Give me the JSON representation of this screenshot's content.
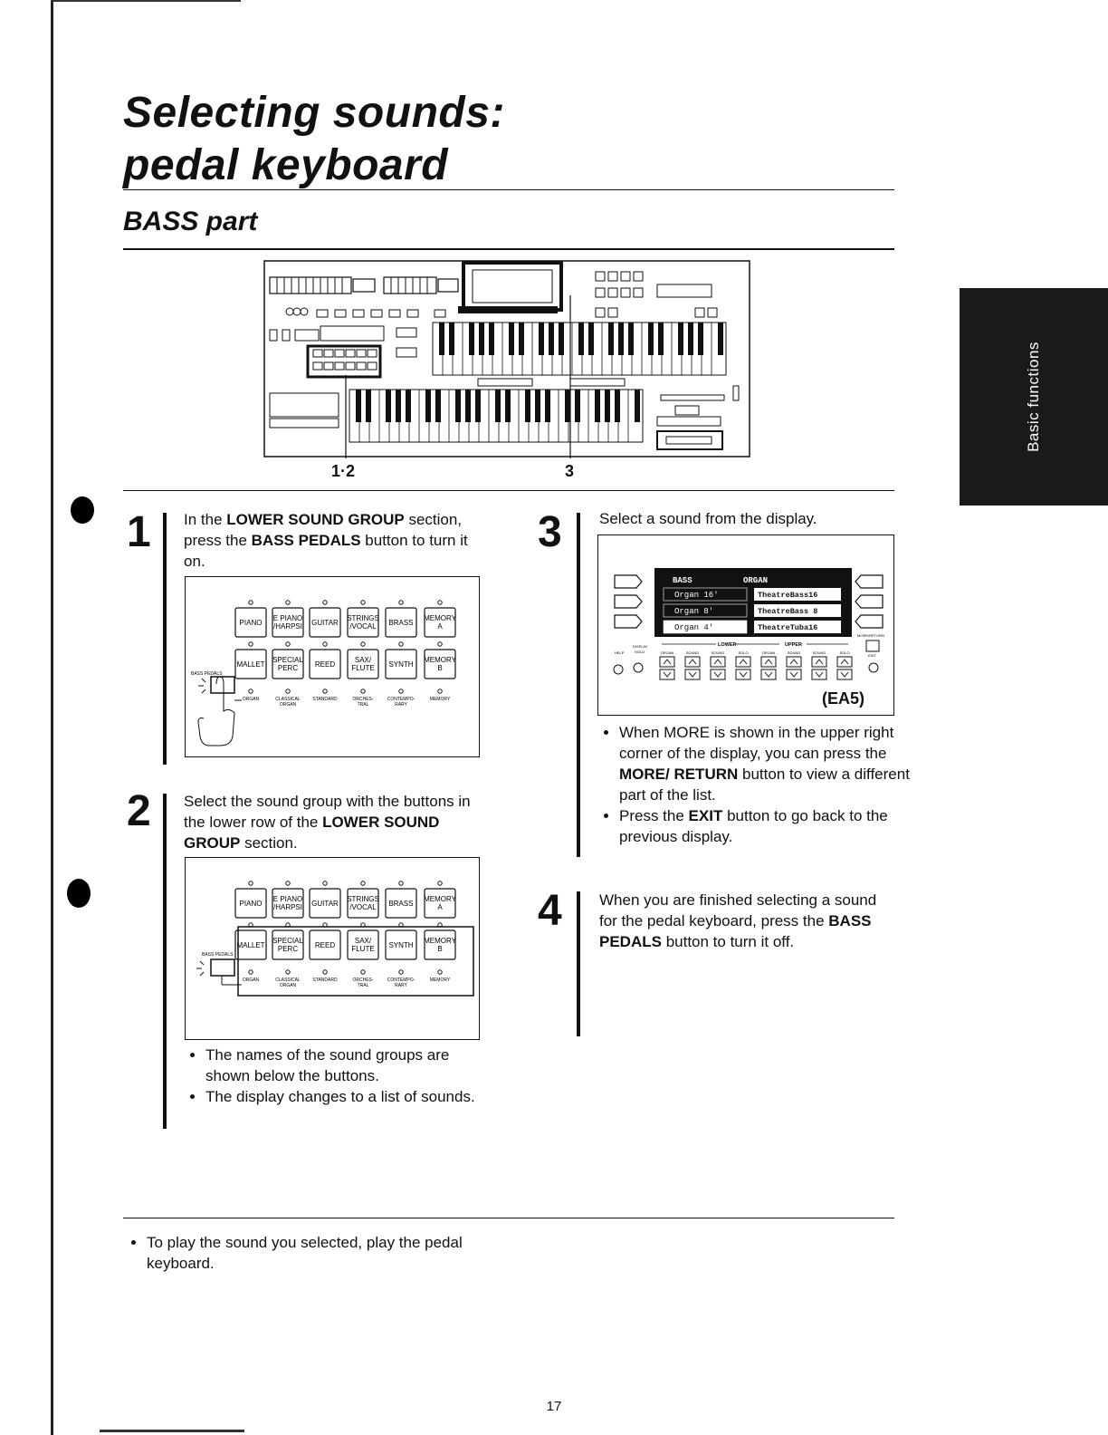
{
  "page": {
    "title_line1": "Selecting sounds:",
    "title_line2": "pedal keyboard",
    "subtitle": "BASS part",
    "side_tab": "Basic functions",
    "page_number": "17"
  },
  "diagram": {
    "callout_left": "1·2",
    "callout_right": "3"
  },
  "sound_group": {
    "upper_row": [
      {
        "l1": "PIANO",
        "l2": ""
      },
      {
        "l1": "E PIANO",
        "l2": "/HARPSI"
      },
      {
        "l1": "GUITAR",
        "l2": ""
      },
      {
        "l1": "STRINGS",
        "l2": "/VOCAL"
      },
      {
        "l1": "BRASS",
        "l2": ""
      },
      {
        "l1": "MEMORY",
        "l2": "A"
      }
    ],
    "lower_row": [
      {
        "l1": "MALLET",
        "l2": ""
      },
      {
        "l1": "SPECIAL",
        "l2": "PERC"
      },
      {
        "l1": "REED",
        "l2": ""
      },
      {
        "l1": "SAX/",
        "l2": "FLUTE"
      },
      {
        "l1": "SYNTH",
        "l2": ""
      },
      {
        "l1": "MEMORY",
        "l2": "B"
      }
    ],
    "group_names": [
      {
        "l1": "ORGAN",
        "l2": ""
      },
      {
        "l1": "CLASSICAL",
        "l2": "ORGAN"
      },
      {
        "l1": "STANDARD",
        "l2": ""
      },
      {
        "l1": "ORCHES-",
        "l2": "TRAL"
      },
      {
        "l1": "CONTEMPO-",
        "l2": "RARY"
      },
      {
        "l1": "MEMORY",
        "l2": ""
      }
    ],
    "bass_pedals_label": "BASS PEDALS"
  },
  "steps": {
    "s1": {
      "num": "1",
      "p1": "In the ",
      "b1": "LOWER SOUND GROUP",
      "p2": " section, press the ",
      "b2": "BASS PEDALS",
      "p3": " button to turn it on."
    },
    "s2": {
      "num": "2",
      "p1": "Select the sound group with the buttons in the lower row of the ",
      "b1": "LOWER SOUND GROUP",
      "p2": " section.",
      "bullet1": "The names of the sound groups are shown below the buttons.",
      "bullet2": "The display changes to a list of sounds."
    },
    "s3": {
      "num": "3",
      "text": "Select a sound from the display.",
      "b1_p1": "When MORE is shown in the upper right corner of the display, you can press the ",
      "b1_b": "MORE/ RETURN",
      "b1_p2": " button to view a different part of the list.",
      "b2_p1": "Press the ",
      "b2_b": "EXIT",
      "b2_p2": " button to go back to the previous display."
    },
    "s4": {
      "num": "4",
      "p1": "When you are finished selecting a sound for the pedal keyboard, press the ",
      "b1": "BASS PEDALS",
      "p2": " button to turn it off."
    }
  },
  "display": {
    "model_label": "(EA5)",
    "header_left": "BASS",
    "header_mid": "ORGAN",
    "left_items": [
      "Organ 16'",
      "Organ  8'",
      "Organ  4'"
    ],
    "right_items": [
      "TheatreBass16",
      "TheatreBass 8",
      "TheatreTuba16"
    ],
    "lower_label": "LOWER",
    "upper_label": "UPPER",
    "col_labels": [
      "ORGAN",
      "SOUND",
      "SOUND",
      "SOLO",
      "ORGAN",
      "SOUND",
      "SOUND",
      "SOLO"
    ],
    "help_label": "HELP",
    "hold_label": "HOLD",
    "display_label": "DISPLAY",
    "exit_label": "EXIT",
    "more_label": "MORE/RETURN"
  },
  "footnote": "To play the sound you selected, play the pedal keyboard."
}
